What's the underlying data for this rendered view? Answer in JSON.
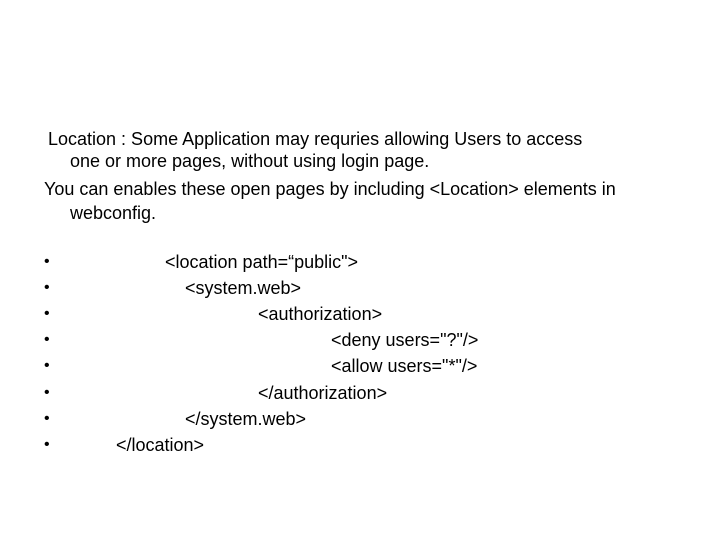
{
  "paragraphs": [
    "Location : Some Application may requries allowing Users to access",
    "one or more pages, without using login page.",
    "You can enables these open pages by including <Location> elements in",
    "webconfig."
  ],
  "bullet_symbol": "•",
  "code_lines": [
    "<location path=“public\">",
    "<system.web>",
    "<authorization>",
    "<deny users=\"?\"/>",
    "<allow users=\"*\"/>",
    "</authorization>",
    "</system.web>",
    "</location>"
  ]
}
